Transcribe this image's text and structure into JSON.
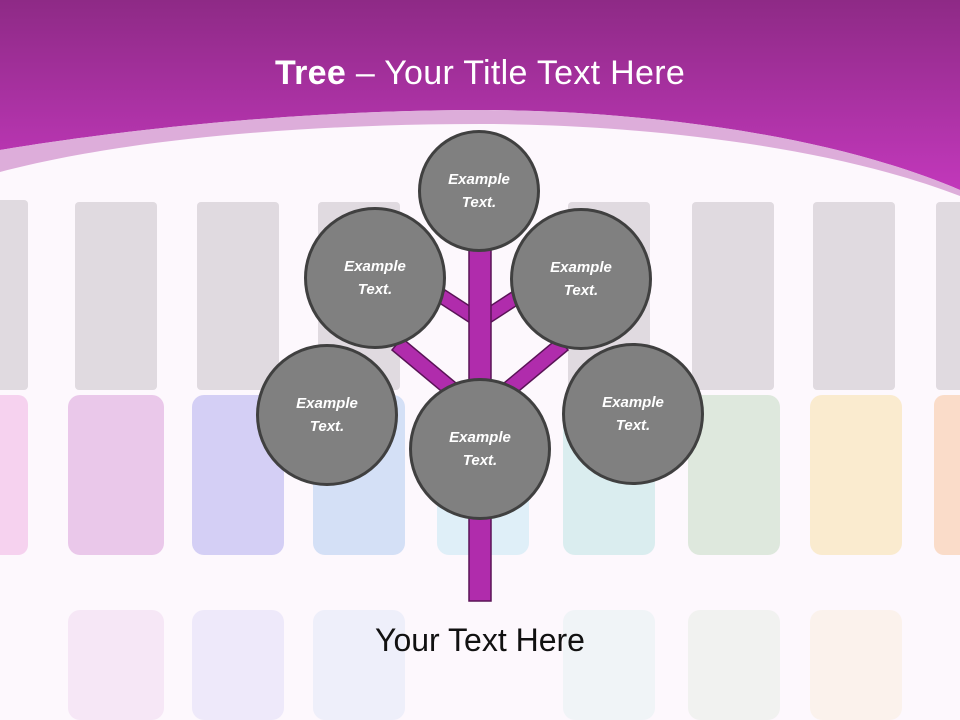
{
  "header": {
    "title_bold": "Tree",
    "title_rest": " – Your Title Text Here"
  },
  "nodes": [
    {
      "line1": "Example",
      "line2": "Text."
    },
    {
      "line1": "Example",
      "line2": "Text."
    },
    {
      "line1": "Example",
      "line2": "Text."
    },
    {
      "line1": "Example",
      "line2": "Text."
    },
    {
      "line1": "Example",
      "line2": "Text."
    },
    {
      "line1": "Example",
      "line2": "Text."
    }
  ],
  "footer": {
    "text": "Your Text Here"
  },
  "colors": {
    "header": "#b52fb2",
    "trunk": "#b02cac",
    "node_fill": "#808080",
    "node_border": "#404040"
  }
}
